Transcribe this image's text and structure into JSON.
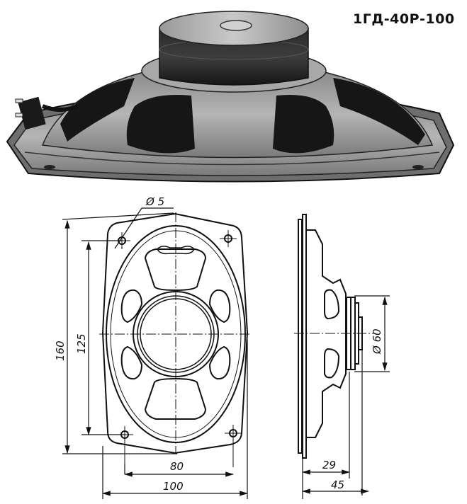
{
  "title": "1ГД-40Р-100",
  "photo": {
    "subject": "loudspeaker-photograph",
    "colors": {
      "dark": "#1c1c1c",
      "mid": "#6a6a6a",
      "light": "#b8b8b8",
      "bg": "#ffffff"
    }
  },
  "front_view": {
    "dimensions": {
      "hole_diameter": "Ø 5",
      "height_overall": "160",
      "height_holes": "125",
      "width_holes": "80",
      "width_overall": "100"
    }
  },
  "side_view": {
    "dimensions": {
      "magnet_diameter": "Ø 60",
      "depth_frame": "29",
      "depth_overall": "45"
    }
  },
  "line_color": "#111111"
}
